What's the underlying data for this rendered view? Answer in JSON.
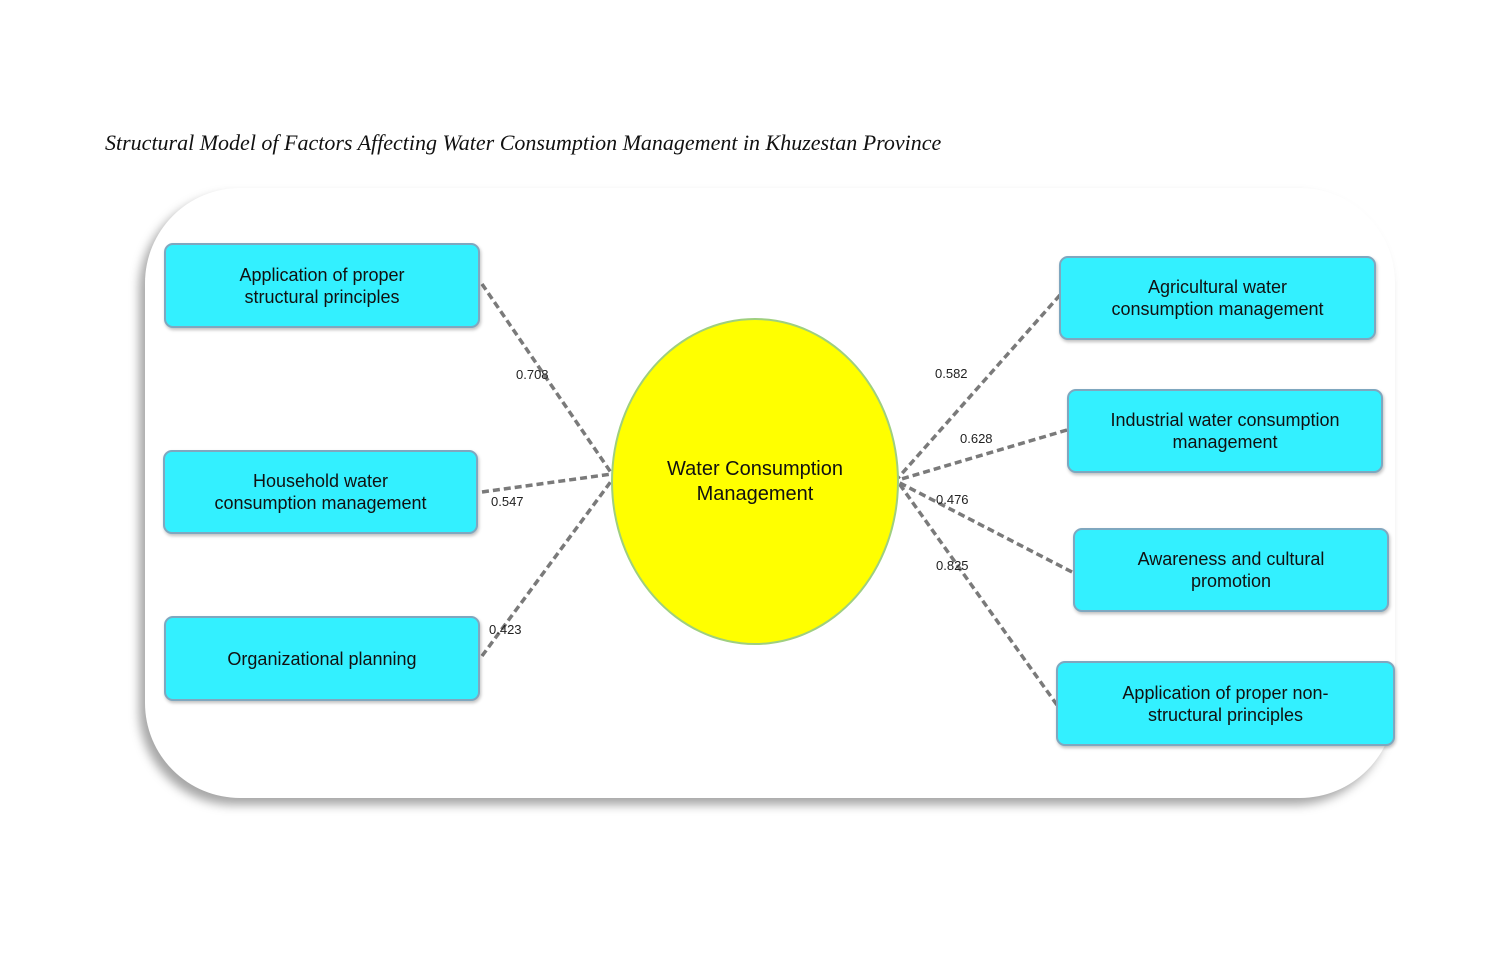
{
  "caption": "Structural Model of Factors Affecting Water Consumption Management in Khuzestan Province",
  "center": {
    "label": "Water Consumption Management",
    "fill": "#ffff00"
  },
  "box_fill": "#33f0ff",
  "left_factors": [
    {
      "label": "Application of proper structural principles",
      "weight": "0.708"
    },
    {
      "label": "Household water consumption management",
      "weight": "0.547"
    },
    {
      "label": "Organizational planning",
      "weight": "0.423"
    }
  ],
  "right_factors": [
    {
      "label": "Agricultural water consumption management",
      "weight": "0.582"
    },
    {
      "label": "Industrial water consumption management",
      "weight": "0.628"
    },
    {
      "label": "Awareness and cultural promotion",
      "weight": "0.476"
    },
    {
      "label": "Application of proper non-structural principles",
      "weight": "0.825"
    }
  ]
}
